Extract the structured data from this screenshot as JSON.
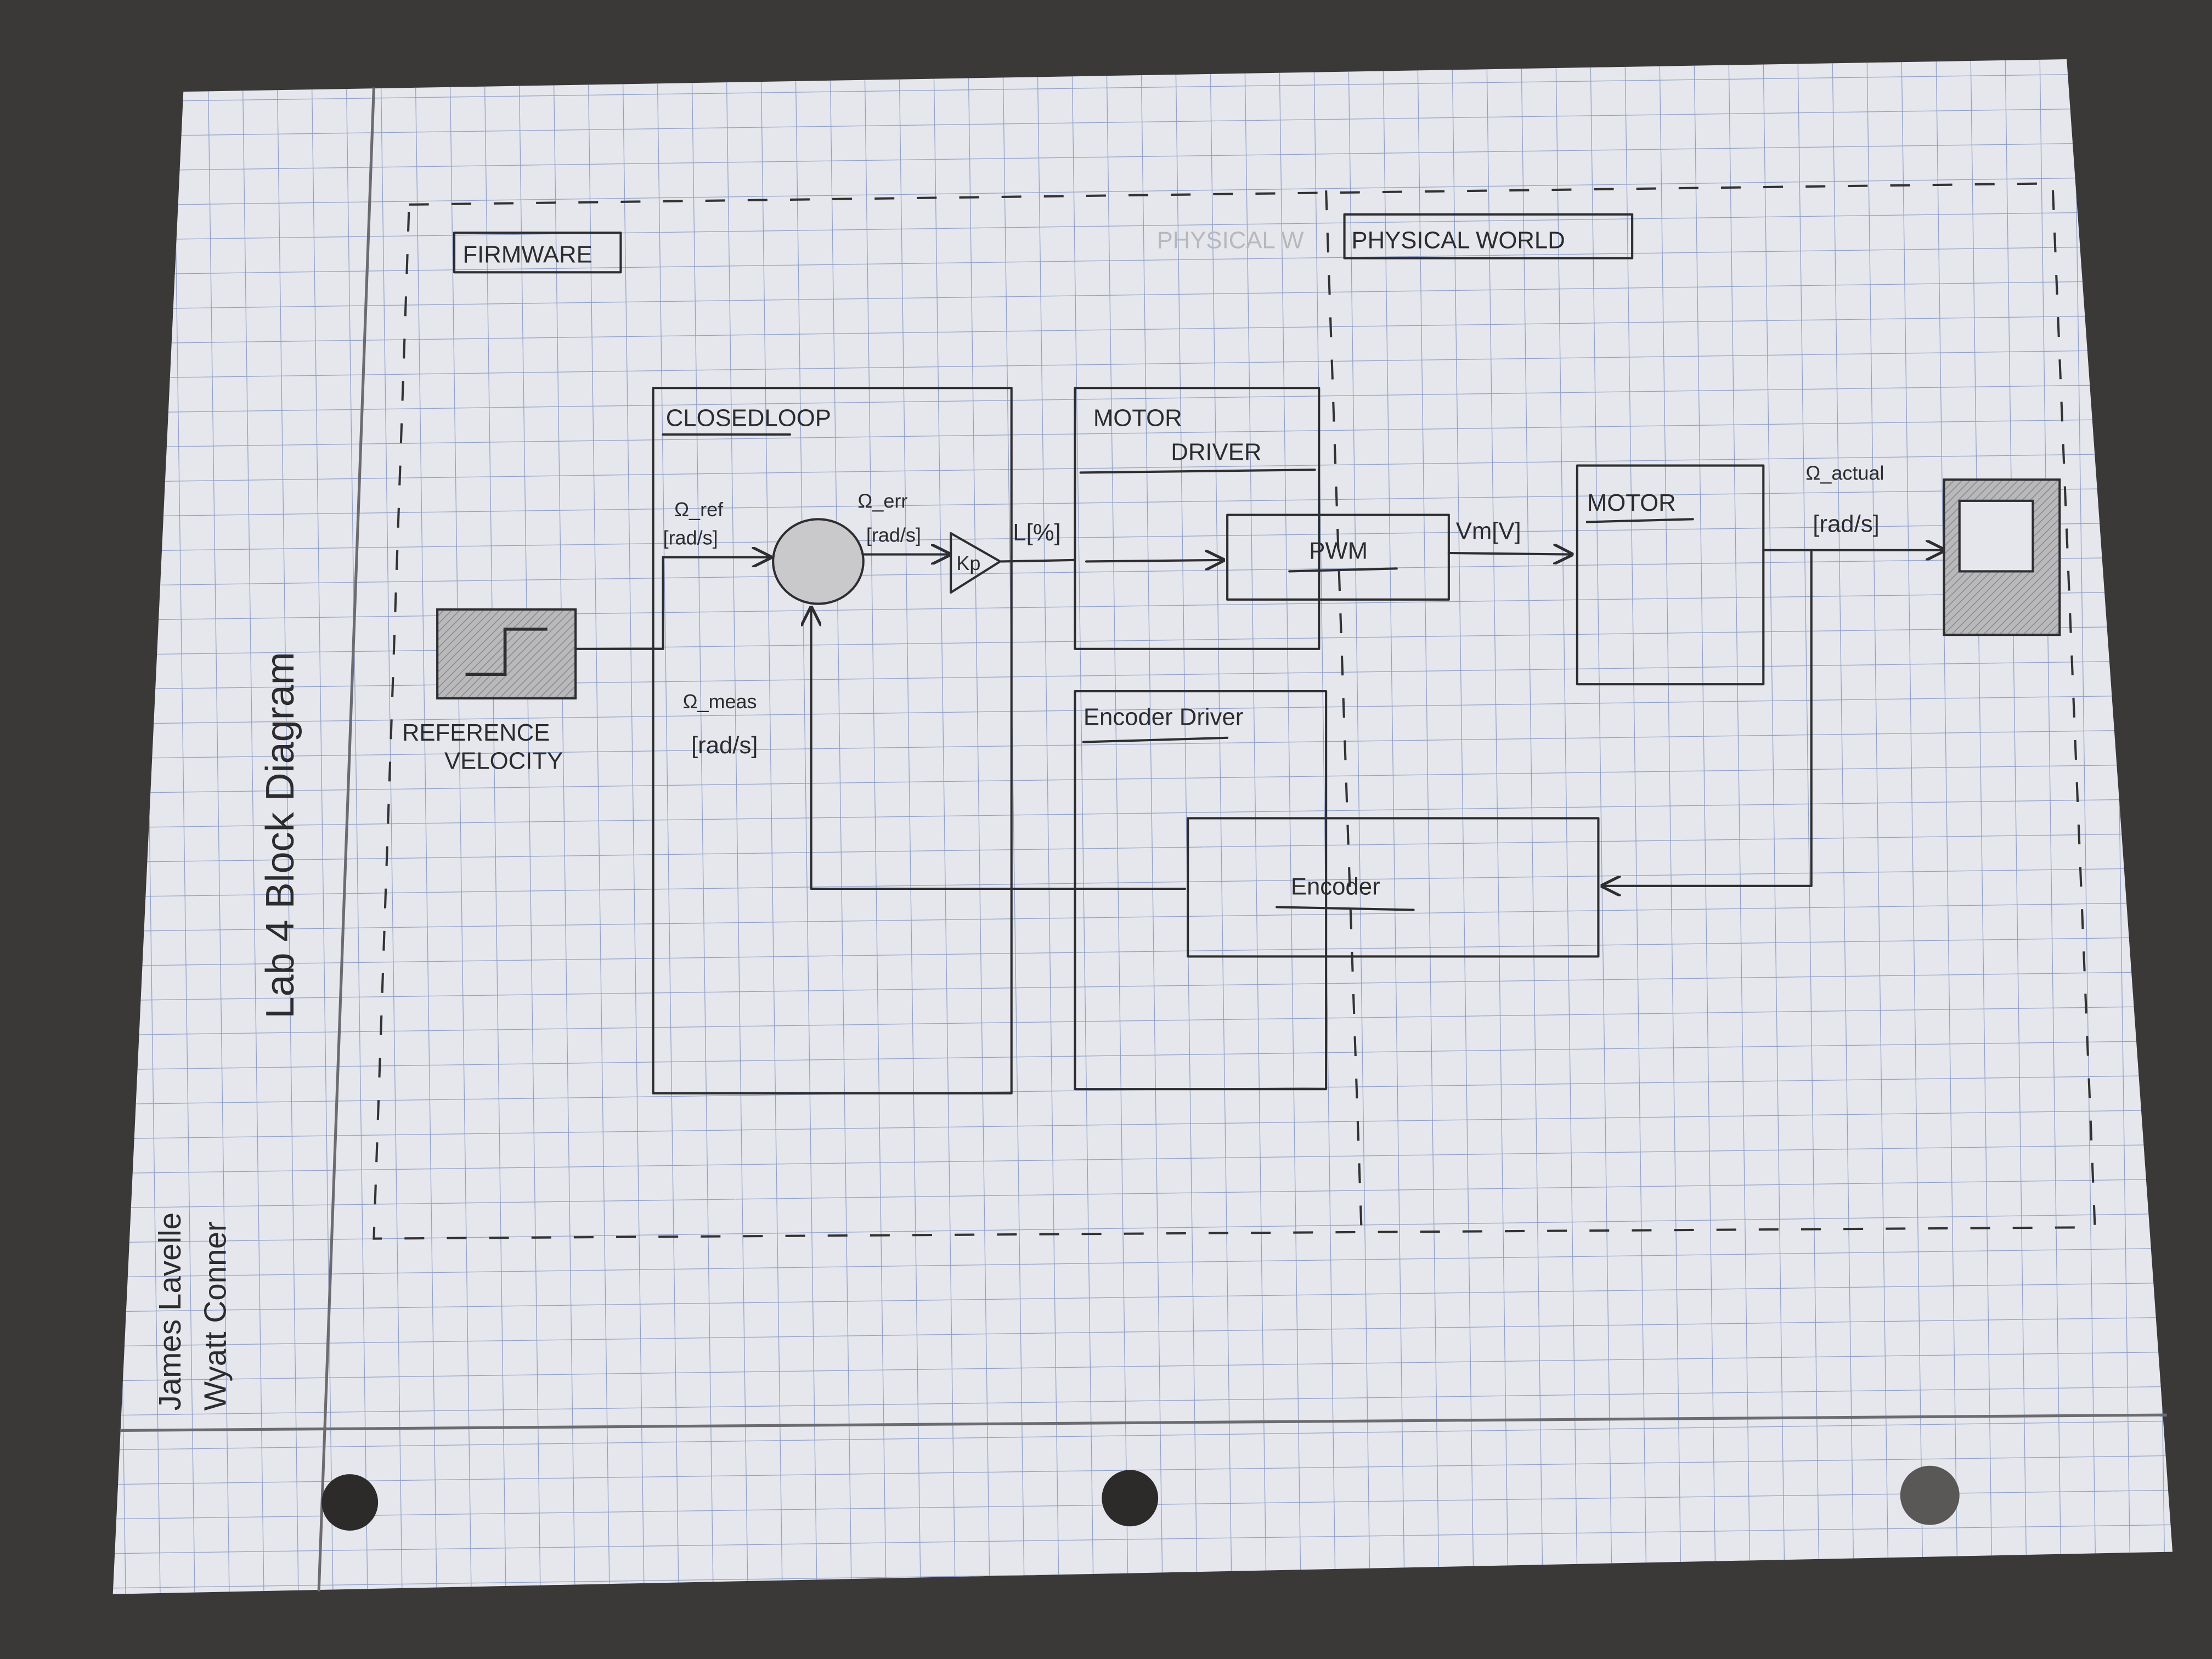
{
  "title": "Lab 4 Block Diagram",
  "authors": [
    "James Lavelle",
    "Wyatt Conner"
  ],
  "regions": {
    "firmware": "FIRMWARE",
    "physical": "PHYSICAL WORLD",
    "physical_erased": "PHYSICAL W"
  },
  "blocks": {
    "reference": {
      "line1": "REFERENCE",
      "line2": "VELOCITY"
    },
    "closedloop": "CLOSEDLOOP",
    "motor_driver": {
      "line1": "MOTOR",
      "line2": "DRIVER"
    },
    "pwm": "PWM",
    "motor": "MOTOR",
    "encoder_driver": "Encoder Driver",
    "encoder": "Encoder",
    "gain": "Kp"
  },
  "signals": {
    "omega_ref": "Ω_ref",
    "omega_ref_unit": "[rad/s]",
    "omega_err": "Ω_err",
    "omega_err_unit": "[rad/s]",
    "omega_meas": "Ω_meas",
    "omega_meas_unit": "[rad/s]",
    "omega_actual": "Ω_actual",
    "omega_actual_unit": "[rad/s]",
    "duty": "L[%]",
    "voltage": "Vm[V]"
  },
  "colors": {
    "ink": "#2e2e30",
    "grid": "#8f9fc8",
    "paper": "#e6e7ec",
    "desk": "#3b3937"
  }
}
